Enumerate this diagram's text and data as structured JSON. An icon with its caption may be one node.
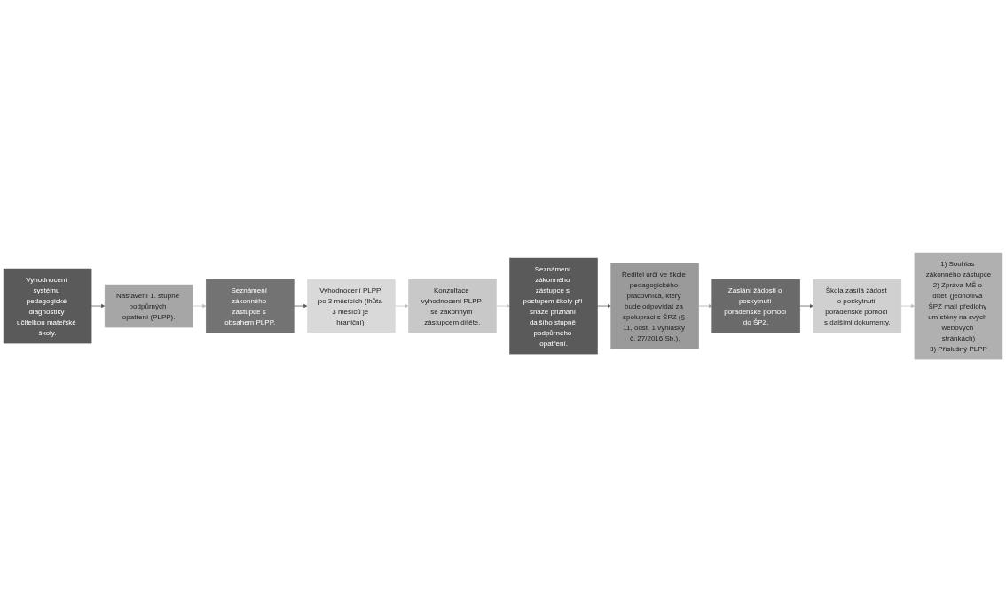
{
  "diagram": {
    "nodes": [
      {
        "text": [
          "Vyhodnocení systému pedagogické diagnostiky učitelkou mateřské školy."
        ]
      },
      {
        "text": [
          "Nastavení 1. stupně podpůrných opatření (PLPP)."
        ]
      },
      {
        "text": [
          "Seznámení zákonného zástupce s obsahem PLPP."
        ]
      },
      {
        "text": [
          "Vyhodnocení PLPP po 3 měsících (lhůta 3 měsíců je hraniční)."
        ]
      },
      {
        "text": [
          "Konzultace vyhodnocení PLPP se zákonným zástupcem dítěte."
        ]
      },
      {
        "text": [
          "Seznámení zákonného zástupce s postupem školy při snaze přiznání dalšího stupně podpůrného opatření."
        ]
      },
      {
        "text": [
          "Ředitel určí ve škole pedagogického pracovníka, který bude odpovídat za spolupráci s ŠPZ (§ 11, odst. 1 vyhlášky č. 27/2016 Sb.)."
        ]
      },
      {
        "text": [
          "Zaslání žádosti o poskytnutí poradenské pomoci do ŠPZ."
        ]
      },
      {
        "text": [
          "Škola zasílá žádost o poskytnutí poradenské pomoci s dalšími dokumenty."
        ]
      },
      {
        "text": [
          "1) Souhlas zákonného zástupce",
          "2) Zpráva MŠ o dítěti (jednotlivá ŠPZ mají předlohy umístěny na svých webových stránkách)",
          "3) Příslušný PLPP"
        ]
      }
    ],
    "edges": [
      {
        "from": 0,
        "to": 1,
        "arrow": "to",
        "color": "#595959"
      },
      {
        "from": 1,
        "to": 2,
        "arrow": "to",
        "color": "#bfbfbf"
      },
      {
        "from": 2,
        "to": 3,
        "arrow": "to",
        "color": "#595959"
      },
      {
        "from": 3,
        "to": 4,
        "arrow": "to",
        "color": "#bfbfbf"
      },
      {
        "from": 4,
        "to": 5,
        "arrow": "to",
        "color": "#bfbfbf"
      },
      {
        "from": 5,
        "to": 6,
        "arrow": "to",
        "color": "#595959"
      },
      {
        "from": 6,
        "to": 7,
        "arrow": "to",
        "color": "#a6a6a6"
      },
      {
        "from": 7,
        "to": 8,
        "arrow": "to",
        "color": "#595959"
      },
      {
        "from": 8,
        "to": 9,
        "arrow": "to",
        "color": "#bfbfbf"
      }
    ]
  }
}
